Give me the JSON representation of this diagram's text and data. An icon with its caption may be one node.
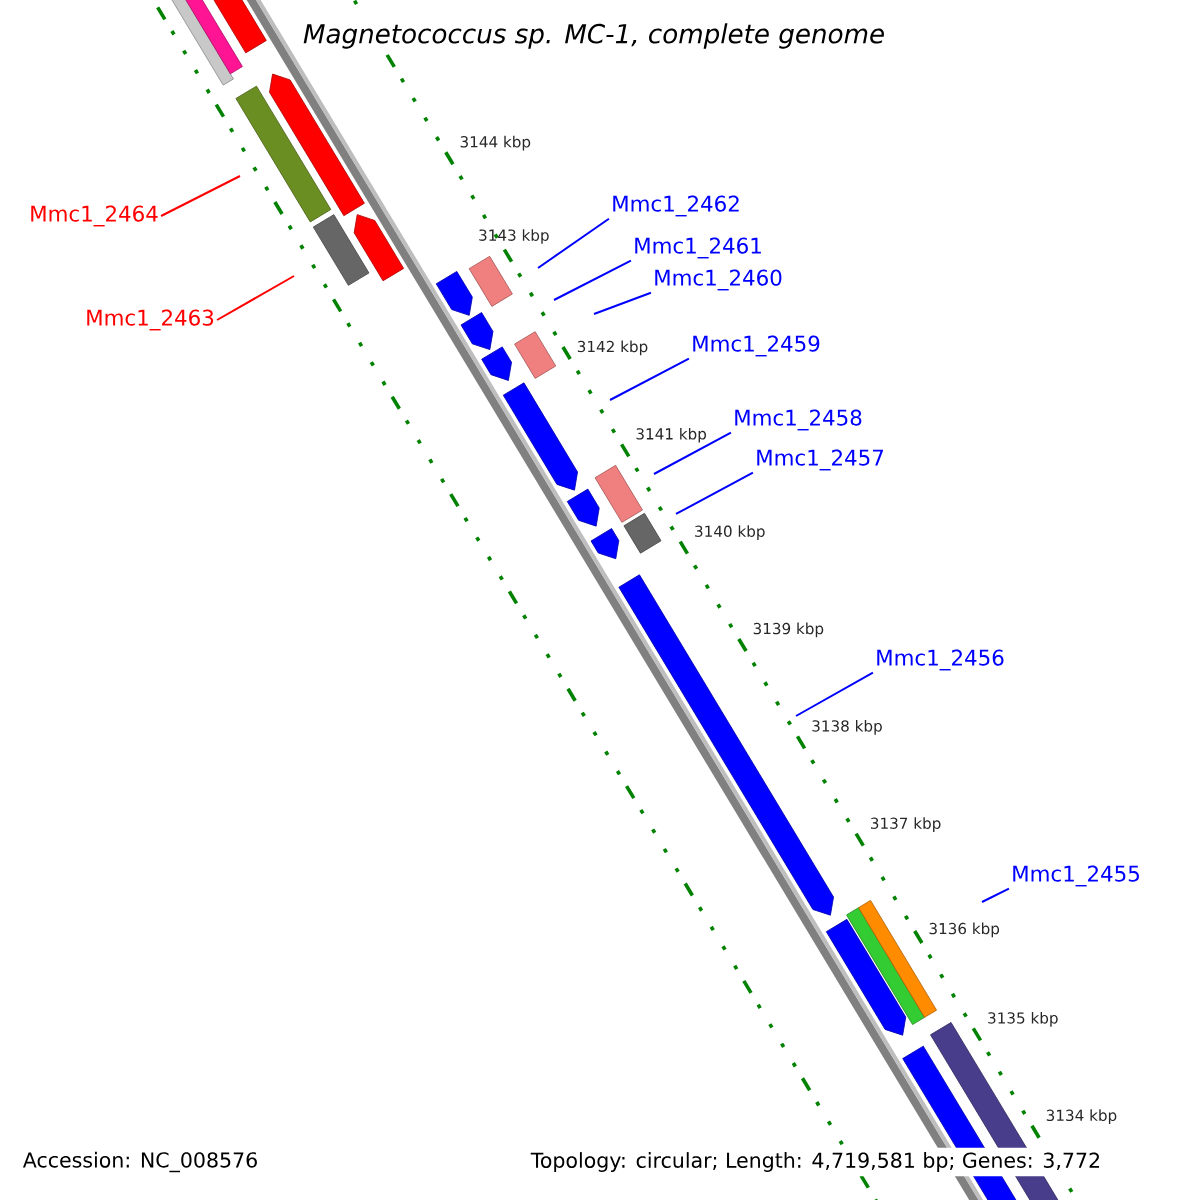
{
  "diagram": {
    "title": "Magnetococcus sp. MC-1, complete genome",
    "nodes": [
      {
        "text": [
          "Mmc1_2464"
        ]
      },
      {
        "text": [
          "Mmc1_2463"
        ]
      },
      {
        "text": [
          "Mmc1_2462"
        ]
      },
      {
        "text": [
          "Mmc1_2461"
        ]
      },
      {
        "text": [
          "Mmc1_2460"
        ]
      },
      {
        "text": [
          "Mmc1_2459"
        ]
      },
      {
        "text": [
          "Mmc1_2458"
        ]
      },
      {
        "text": [
          "Mmc1_2457"
        ]
      },
      {
        "text": [
          "Mmc1_2456"
        ]
      },
      {
        "text": [
          "Mmc1_2455"
        ]
      }
    ],
    "edges": [
      {
        "from": 0,
        "to": null,
        "arrow": "none",
        "color": "#ff0000"
      },
      {
        "from": 1,
        "to": null,
        "arrow": "none",
        "color": "#ff0000"
      },
      {
        "from": 2,
        "to": null,
        "arrow": "none"
      },
      {
        "from": 3,
        "to": null,
        "arrow": "none"
      },
      {
        "from": 4,
        "to": null,
        "arrow": "none"
      },
      {
        "from": 5,
        "to": null,
        "arrow": "none"
      },
      {
        "from": 6,
        "to": null,
        "arrow": "none"
      },
      {
        "from": 7,
        "to": null,
        "arrow": "none"
      },
      {
        "from": 8,
        "to": null,
        "arrow": "none"
      },
      {
        "from": 9,
        "to": null,
        "arrow": "none"
      }
    ],
    "labels": [
      "3144 kbp",
      "3143 kbp",
      "3142 kbp",
      "3141 kbp",
      "3140 kbp",
      "3139 kbp",
      "3138 kbp",
      "3137 kbp",
      "3136 kbp",
      "3135 kbp",
      "3134 kbp",
      "Accession: NC_008576",
      "Topology: circular; Length: 4,719,581 bp; Genes: 3,772"
    ]
  }
}
